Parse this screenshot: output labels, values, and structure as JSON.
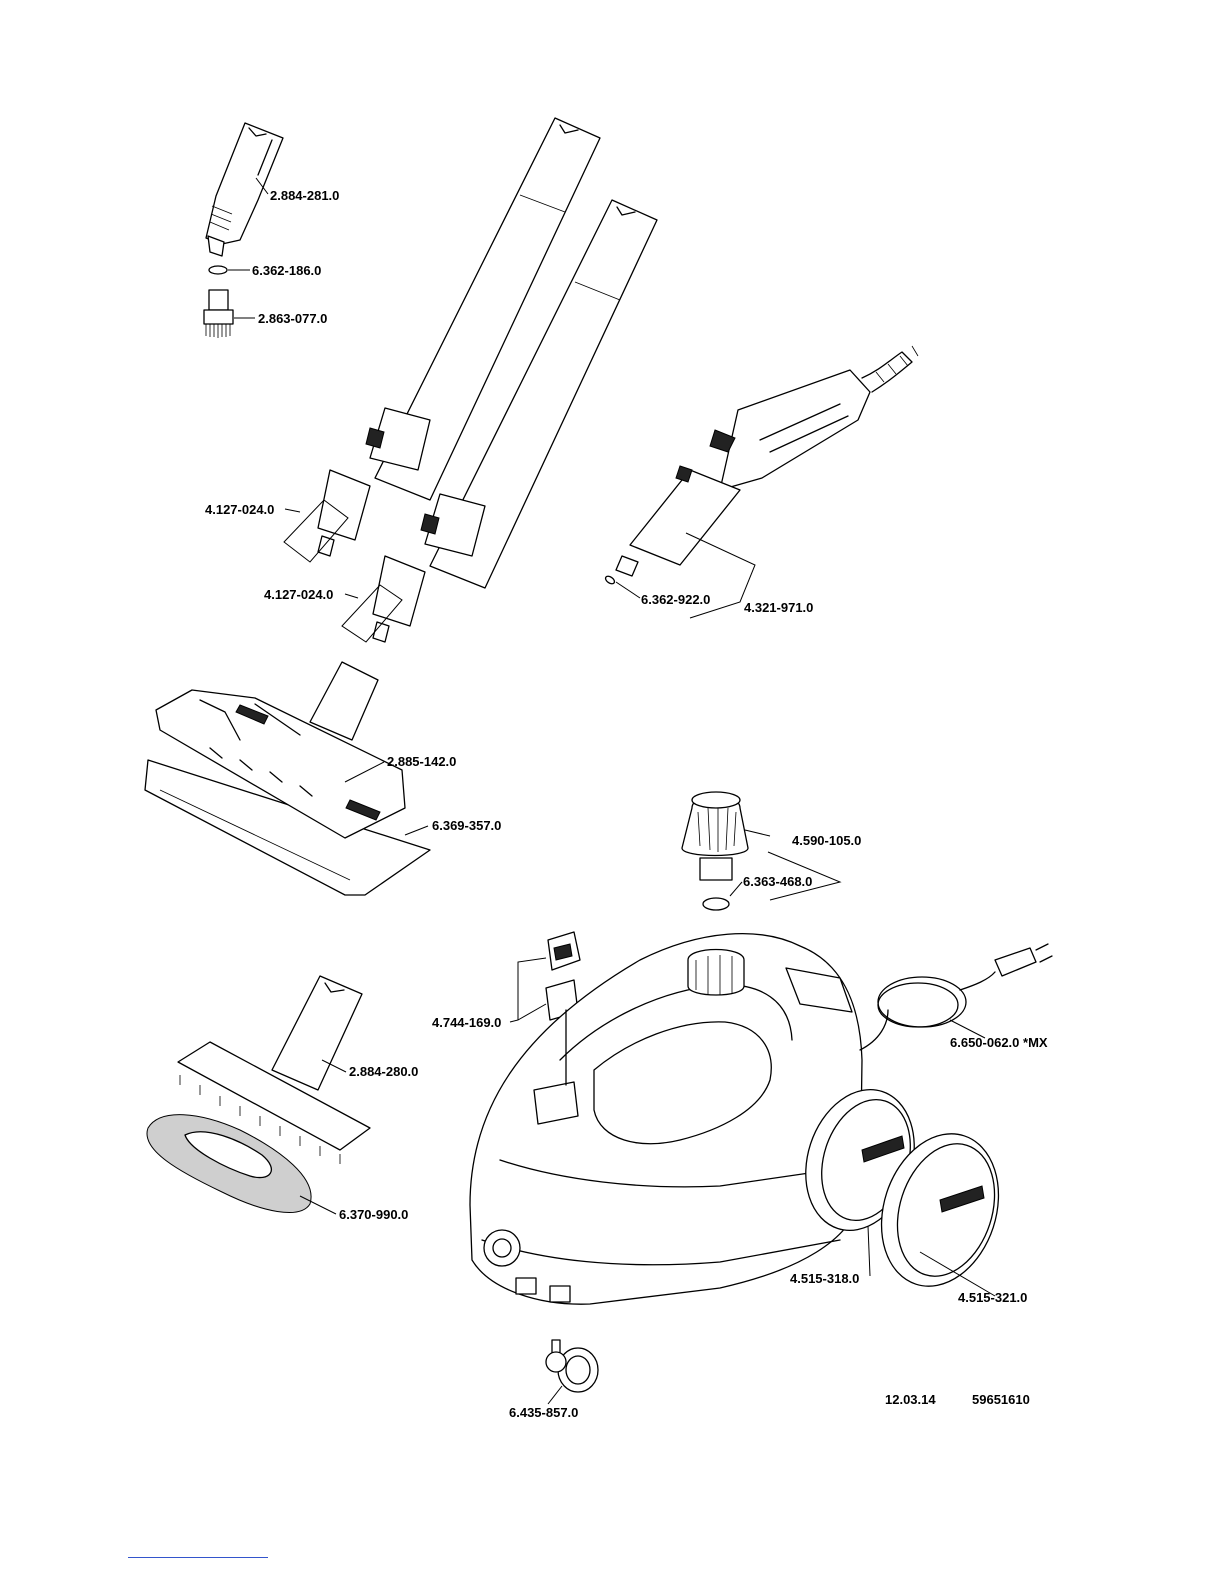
{
  "parts": [
    {
      "id": "p1",
      "number": "2.884-281.0"
    },
    {
      "id": "p2",
      "number": "6.362-186.0"
    },
    {
      "id": "p3",
      "number": "2.863-077.0"
    },
    {
      "id": "p4",
      "number": "4.127-024.0"
    },
    {
      "id": "p5",
      "number": "4.127-024.0"
    },
    {
      "id": "p6",
      "number": "6.362-922.0"
    },
    {
      "id": "p7",
      "number": "4.321-971.0"
    },
    {
      "id": "p8",
      "number": "2.885-142.0"
    },
    {
      "id": "p9",
      "number": "6.369-357.0"
    },
    {
      "id": "p10",
      "number": "4.590-105.0"
    },
    {
      "id": "p11",
      "number": "6.363-468.0"
    },
    {
      "id": "p12",
      "number": "4.744-169.0"
    },
    {
      "id": "p13",
      "number": "6.650-062.0 *MX"
    },
    {
      "id": "p14",
      "number": "2.884-280.0"
    },
    {
      "id": "p15",
      "number": "6.370-990.0"
    },
    {
      "id": "p16",
      "number": "4.515-318.0"
    },
    {
      "id": "p17",
      "number": "4.515-321.0"
    },
    {
      "id": "p18",
      "number": "6.435-857.0"
    }
  ],
  "footer": {
    "date": "12.03.14",
    "document_number": "59651610"
  }
}
